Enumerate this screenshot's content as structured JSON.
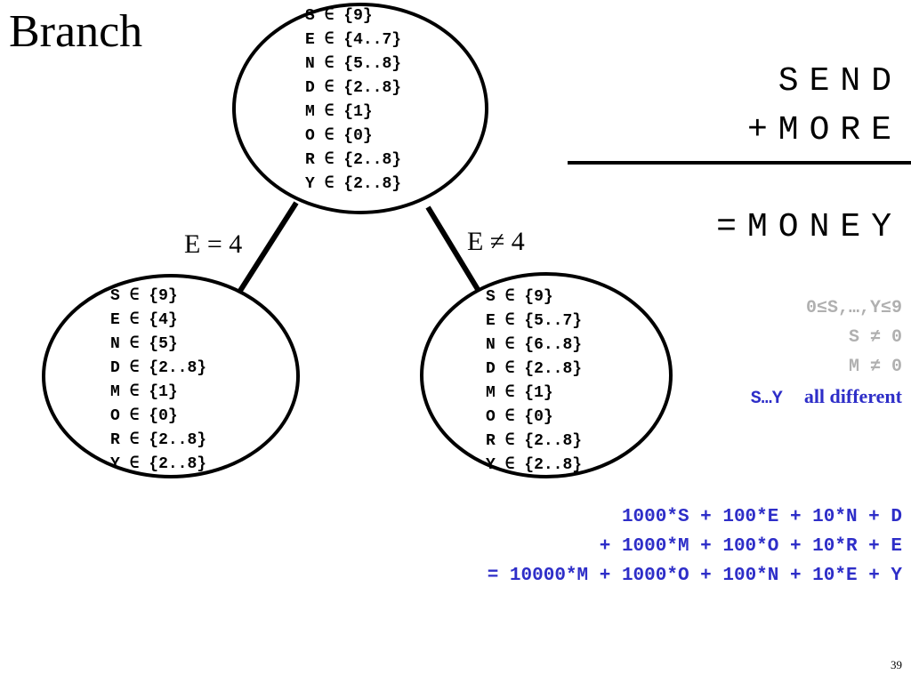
{
  "slide": {
    "title": "Branch",
    "page_number": "39"
  },
  "tree": {
    "root": {
      "rows": [
        {
          "var": "S",
          "op": "∈",
          "dom": "{9}"
        },
        {
          "var": "E",
          "op": "∈",
          "dom": "{4..7}"
        },
        {
          "var": "N",
          "op": "∈",
          "dom": "{5..8}"
        },
        {
          "var": "D",
          "op": "∈",
          "dom": "{2..8}"
        },
        {
          "var": "M",
          "op": "∈",
          "dom": "{1}"
        },
        {
          "var": "O",
          "op": "∈",
          "dom": "{0}"
        },
        {
          "var": "R",
          "op": "∈",
          "dom": "{2..8}"
        },
        {
          "var": "Y",
          "op": "∈",
          "dom": "{2..8}"
        }
      ]
    },
    "left": {
      "edge_label": "E = 4",
      "rows": [
        {
          "var": "S",
          "op": "∈",
          "dom": "{9}"
        },
        {
          "var": "E",
          "op": "∈",
          "dom": "{4}"
        },
        {
          "var": "N",
          "op": "∈",
          "dom": "{5}"
        },
        {
          "var": "D",
          "op": "∈",
          "dom": "{2..8}"
        },
        {
          "var": "M",
          "op": "∈",
          "dom": "{1}"
        },
        {
          "var": "O",
          "op": "∈",
          "dom": "{0}"
        },
        {
          "var": "R",
          "op": "∈",
          "dom": "{2..8}"
        },
        {
          "var": "Y",
          "op": "∈",
          "dom": "{2..8}"
        }
      ]
    },
    "right": {
      "edge_label": "E ≠ 4",
      "rows": [
        {
          "var": "S",
          "op": "∈",
          "dom": "{9}"
        },
        {
          "var": "E",
          "op": "∈",
          "dom": "{5..7}"
        },
        {
          "var": "N",
          "op": "∈",
          "dom": "{6..8}"
        },
        {
          "var": "D",
          "op": "∈",
          "dom": "{2..8}"
        },
        {
          "var": "M",
          "op": "∈",
          "dom": "{1}"
        },
        {
          "var": "O",
          "op": "∈",
          "dom": "{0}"
        },
        {
          "var": "R",
          "op": "∈",
          "dom": "{2..8}"
        },
        {
          "var": "Y",
          "op": "∈",
          "dom": "{2..8}"
        }
      ]
    }
  },
  "puzzle": {
    "line1": "SEND",
    "line2": "+MORE",
    "line3": "=MONEY"
  },
  "constraints": {
    "range": "0≤S,…,Y≤9",
    "s_nonzero": "S ≠ 0",
    "m_nonzero": "M ≠ 0",
    "alldiff_vars": "S…Y",
    "alldiff_text": "all different"
  },
  "equations": {
    "line1": "1000*S + 100*E + 10*N + D",
    "line2": "+ 1000*M + 100*O + 10*R + E",
    "line3": "= 10000*M + 1000*O + 100*N + 10*E + Y"
  },
  "colors": {
    "active_constraint": "#2e2ec8",
    "inactive_constraint": "#b0b0b0",
    "ink": "#000000"
  }
}
